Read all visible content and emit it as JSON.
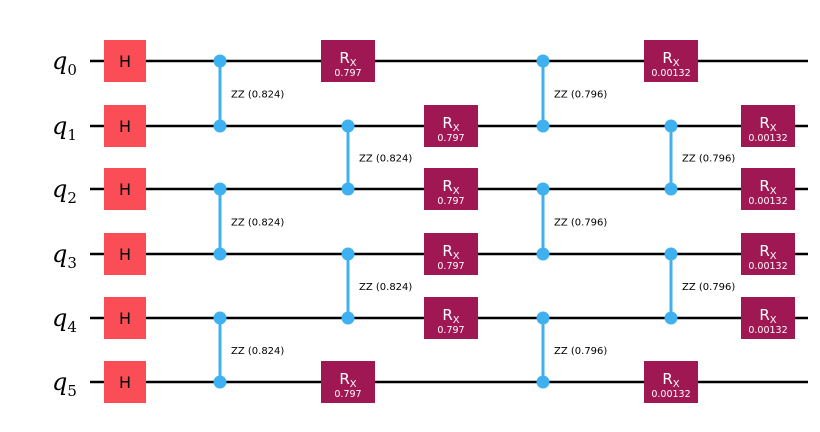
{
  "qubits": [
    {
      "base": "q",
      "index": "0"
    },
    {
      "base": "q",
      "index": "1"
    },
    {
      "base": "q",
      "index": "2"
    },
    {
      "base": "q",
      "index": "3"
    },
    {
      "base": "q",
      "index": "4"
    },
    {
      "base": "q",
      "index": "5"
    }
  ],
  "gates": [
    {
      "type": "h",
      "label": "H",
      "column": 0,
      "qubit": 0
    },
    {
      "type": "h",
      "label": "H",
      "column": 0,
      "qubit": 1
    },
    {
      "type": "h",
      "label": "H",
      "column": 0,
      "qubit": 2
    },
    {
      "type": "h",
      "label": "H",
      "column": 0,
      "qubit": 3
    },
    {
      "type": "h",
      "label": "H",
      "column": 0,
      "qubit": 4
    },
    {
      "type": "h",
      "label": "H",
      "column": 0,
      "qubit": 5
    },
    {
      "type": "zz",
      "label": "ZZ (0.824)",
      "column": 1,
      "qubits": [
        0,
        1
      ]
    },
    {
      "type": "zz",
      "label": "ZZ (0.824)",
      "column": 1,
      "qubits": [
        2,
        3
      ]
    },
    {
      "type": "zz",
      "label": "ZZ (0.824)",
      "column": 1,
      "qubits": [
        4,
        5
      ]
    },
    {
      "type": "rx",
      "label": "R",
      "sub": "X",
      "param": "0.797",
      "column": 2,
      "qubit": 0
    },
    {
      "type": "rx",
      "label": "R",
      "sub": "X",
      "param": "0.797",
      "column": 2,
      "qubit": 5
    },
    {
      "type": "zz",
      "label": "ZZ (0.824)",
      "column": 2,
      "qubits": [
        1,
        2
      ]
    },
    {
      "type": "zz",
      "label": "ZZ (0.824)",
      "column": 2,
      "qubits": [
        3,
        4
      ]
    },
    {
      "type": "rx",
      "label": "R",
      "sub": "X",
      "param": "0.797",
      "column": 3,
      "qubit": 1
    },
    {
      "type": "rx",
      "label": "R",
      "sub": "X",
      "param": "0.797",
      "column": 3,
      "qubit": 2
    },
    {
      "type": "rx",
      "label": "R",
      "sub": "X",
      "param": "0.797",
      "column": 3,
      "qubit": 3
    },
    {
      "type": "rx",
      "label": "R",
      "sub": "X",
      "param": "0.797",
      "column": 3,
      "qubit": 4
    },
    {
      "type": "zz",
      "label": "ZZ (0.796)",
      "column": 4,
      "qubits": [
        0,
        1
      ]
    },
    {
      "type": "zz",
      "label": "ZZ (0.796)",
      "column": 4,
      "qubits": [
        2,
        3
      ]
    },
    {
      "type": "zz",
      "label": "ZZ (0.796)",
      "column": 4,
      "qubits": [
        4,
        5
      ]
    },
    {
      "type": "rx",
      "label": "R",
      "sub": "X",
      "param": "0.00132",
      "column": 5,
      "qubit": 0
    },
    {
      "type": "rx",
      "label": "R",
      "sub": "X",
      "param": "0.00132",
      "column": 5,
      "qubit": 5
    },
    {
      "type": "zz",
      "label": "ZZ (0.796)",
      "column": 5,
      "qubits": [
        1,
        2
      ]
    },
    {
      "type": "zz",
      "label": "ZZ (0.796)",
      "column": 5,
      "qubits": [
        3,
        4
      ]
    },
    {
      "type": "rx",
      "label": "R",
      "sub": "X",
      "param": "0.00132",
      "column": 6,
      "qubit": 1
    },
    {
      "type": "rx",
      "label": "R",
      "sub": "X",
      "param": "0.00132",
      "column": 6,
      "qubit": 2
    },
    {
      "type": "rx",
      "label": "R",
      "sub": "X",
      "param": "0.00132",
      "column": 6,
      "qubit": 3
    },
    {
      "type": "rx",
      "label": "R",
      "sub": "X",
      "param": "0.00132",
      "column": 6,
      "qubit": 4
    }
  ],
  "colors": {
    "h_gate": "#fa4d56",
    "rx_gate": "#9f1853",
    "zz_connector": "#3fb1f0",
    "wire": "#000000"
  }
}
